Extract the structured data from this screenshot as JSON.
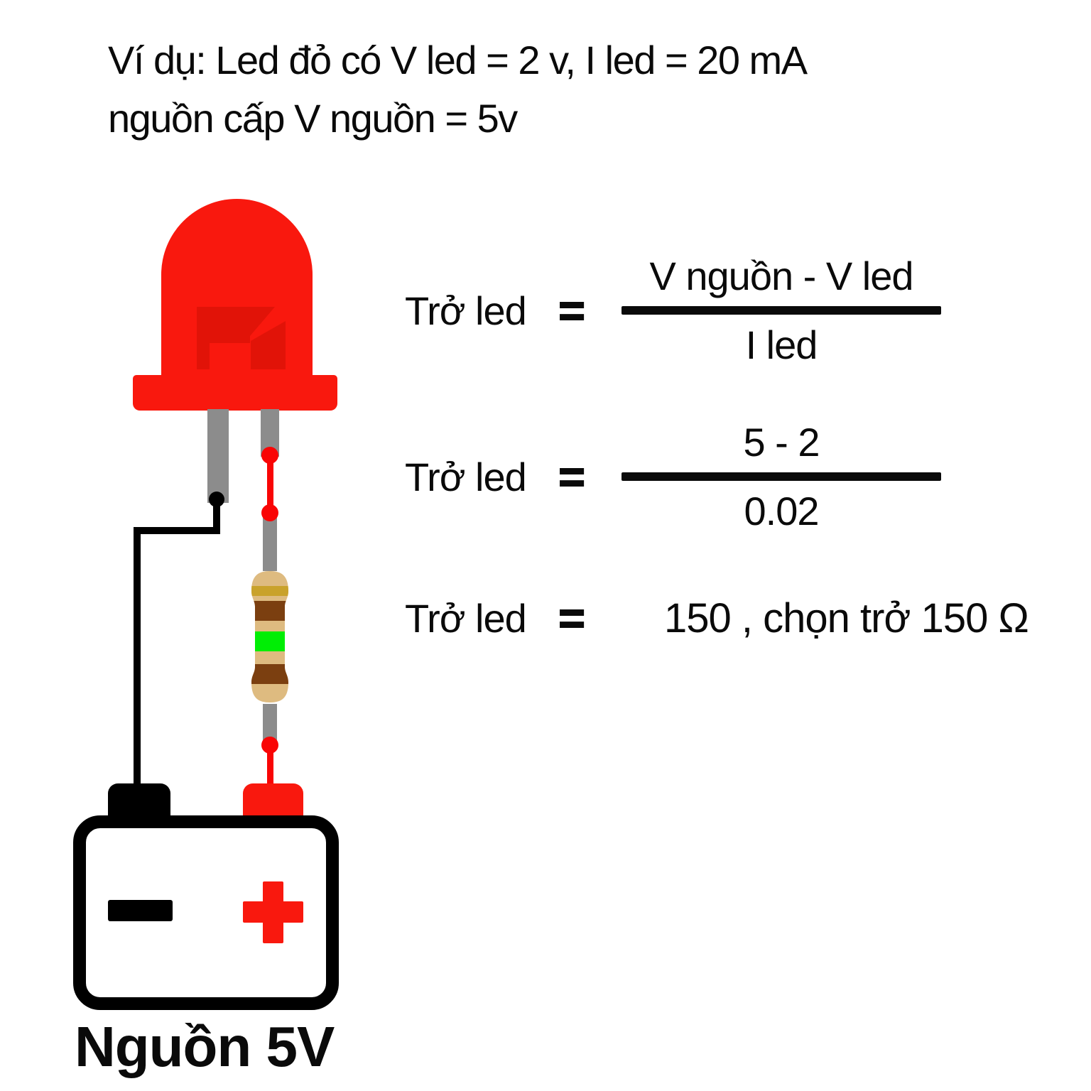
{
  "title": {
    "line1": "Ví dụ: Led đỏ có V led = 2 v, I led = 20 mA",
    "line2": "nguồn cấp V nguồn = 5v"
  },
  "formulas": [
    {
      "lhs": "Trở led",
      "eq": "=",
      "numerator": "V nguồn - V led",
      "denominator": "I led"
    },
    {
      "lhs": "Trở led",
      "eq": "=",
      "numerator": "5 - 2",
      "denominator": "0.02"
    },
    {
      "lhs": "Trở led",
      "eq": "=",
      "result": "150 , chọn trở 150 Ω"
    }
  ],
  "battery": {
    "label": "Nguồn 5V",
    "terminals": [
      "negative",
      "positive"
    ]
  },
  "resistor": {
    "bands": [
      "gold",
      "brown",
      "green",
      "brown"
    ],
    "value": "150 Ω"
  },
  "colors": {
    "led_red": "#f9180e",
    "led_die_red": "#e11308",
    "wire_red": "#f90505",
    "lead_gray": "#8c8c8c",
    "resistor_body": "#debb80",
    "band_gold": "#c9a22b",
    "band_brown": "#7b3f10",
    "band_green": "#00ee05",
    "black": "#000000"
  }
}
